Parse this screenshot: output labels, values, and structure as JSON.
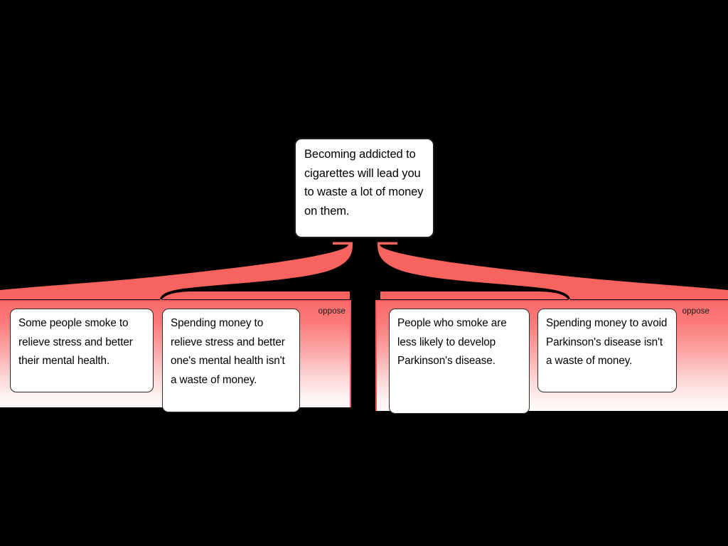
{
  "diagram": {
    "type": "argument-map",
    "background_color": "#000000",
    "accent_color": "#fa6a6a",
    "box_fill": "#ffffff",
    "box_border": "#1a1a1a",
    "root_claim": {
      "text": "Becoming addicted to cigarettes will lead you to waste a lot of money on them."
    },
    "groups": [
      {
        "id": "left",
        "relation_label": "oppose",
        "reasons": [
          {
            "text": "Some people smoke to relieve stress and better their mental health."
          },
          {
            "text": "Spending money to relieve stress and better one's mental health isn't a waste of money."
          }
        ]
      },
      {
        "id": "right",
        "relation_label": "oppose",
        "reasons": [
          {
            "text": "People who smoke are less likely to develop Parkinson's disease."
          },
          {
            "text": "Spending money to avoid Parkinson's disease isn't a waste of money."
          }
        ]
      }
    ]
  }
}
